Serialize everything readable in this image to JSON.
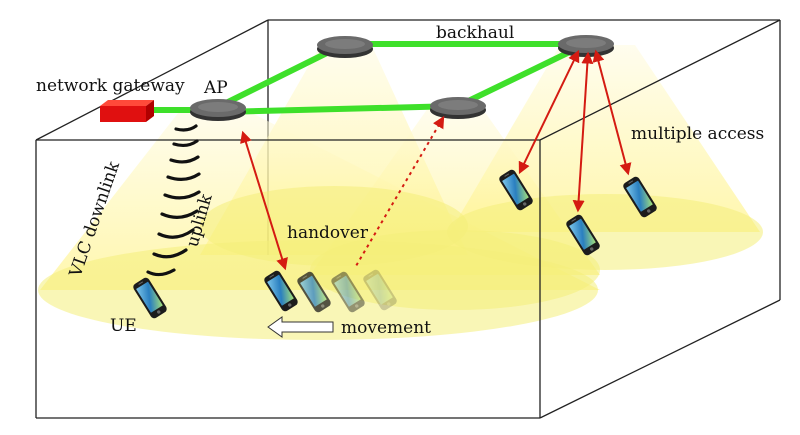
{
  "labels": {
    "backhaul": "backhaul",
    "network_gateway": "network gateway",
    "ap": "AP",
    "multiple_access": "multiple access",
    "vlc_downlink": "VLC downlink",
    "uplink": "uplink",
    "handover": "handover",
    "ue": "UE",
    "movement": "movement"
  },
  "colors": {
    "backhaul_link": "#3ee02a",
    "gateway": "#e01010",
    "light_cone": "#fff27a",
    "uplink_arrow": "#d41b12",
    "access_point": "#5c5c5c"
  },
  "icons": {
    "access_point": "ceiling-led-light",
    "user_equipment": "smartphone",
    "gateway": "network-gateway-box"
  }
}
